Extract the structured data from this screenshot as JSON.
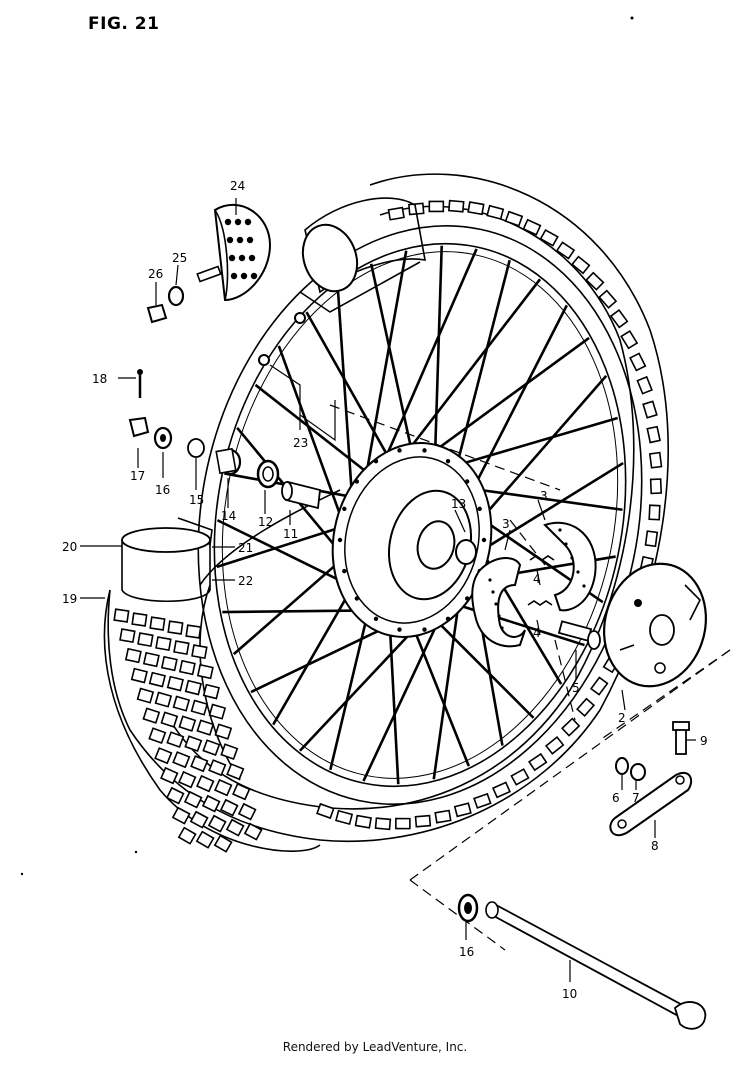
{
  "figure": {
    "title": "FIG. 21"
  },
  "footer": {
    "text": "Rendered by LeadVenture, Inc."
  },
  "callouts": {
    "c2": "2",
    "c3a": "3",
    "c3b": "3",
    "c4a": "4",
    "c4b": "4",
    "c5": "5",
    "c6": "6",
    "c7": "7",
    "c8": "8",
    "c9": "9",
    "c10": "10",
    "c11": "11",
    "c12": "12",
    "c13": "13",
    "c14": "14",
    "c15": "15",
    "c16a": "16",
    "c16b": "16",
    "c17": "17",
    "c18": "18",
    "c19": "19",
    "c20": "20",
    "c21": "21",
    "c22": "22",
    "c23": "23",
    "c24": "24",
    "c25": "25",
    "c26": "26"
  }
}
